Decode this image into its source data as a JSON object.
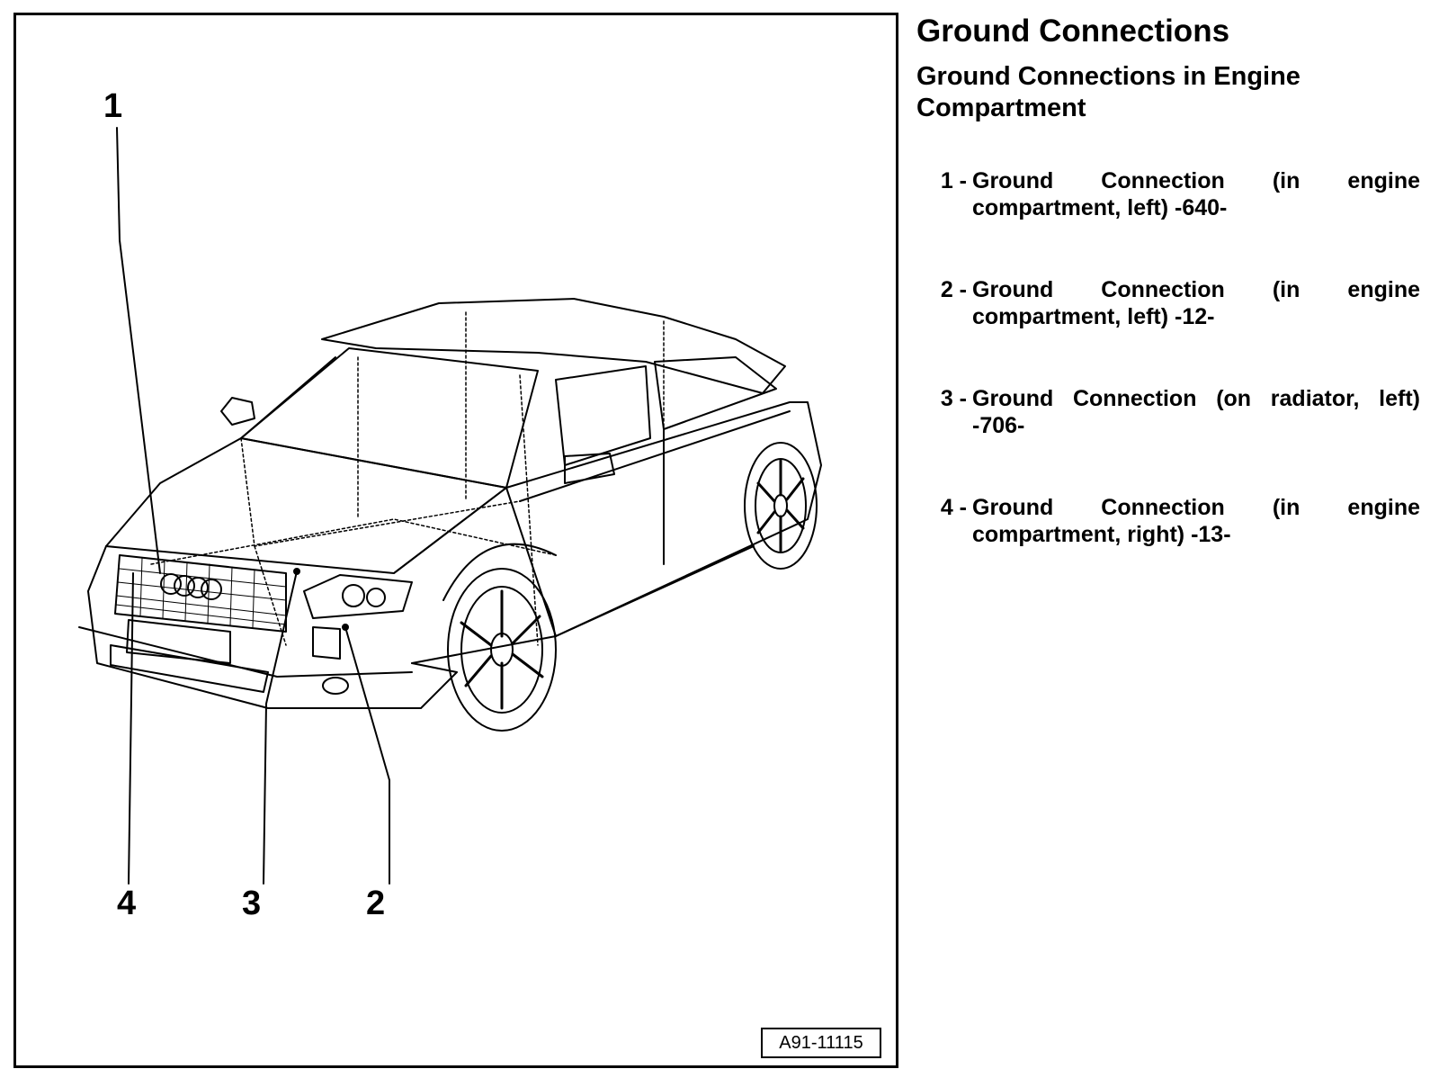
{
  "title": "Ground Connections",
  "subtitle": "Ground Connections in Engine Compartment",
  "figure": {
    "reference": "A91-11115",
    "callouts": [
      "1",
      "2",
      "3",
      "4"
    ]
  },
  "items": [
    {
      "number": "1 -",
      "text": "Ground Connection (in engine compartment, left) -640-"
    },
    {
      "number": "2 -",
      "text": "Ground Connection (in engine compartment, left) -12-"
    },
    {
      "number": "3 -",
      "text": "Ground Connection (on radiator, left) -706-"
    },
    {
      "number": "4 -",
      "text": "Ground Connection (in engine compartment, right) -13-"
    }
  ]
}
